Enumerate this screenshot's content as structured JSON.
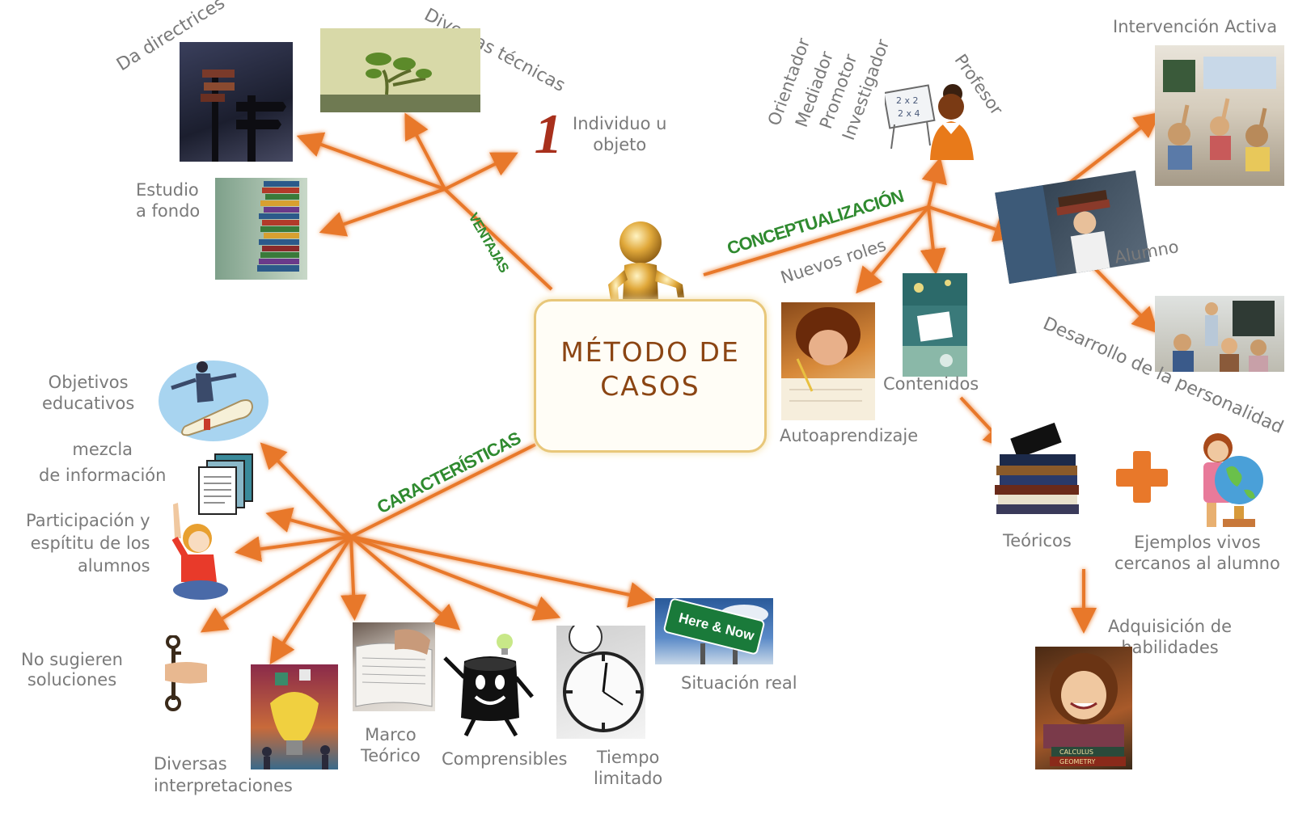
{
  "center": {
    "line1": "MÉTODO DE",
    "line2": "CASOS"
  },
  "branches": {
    "ventajas": "VENTAJAS",
    "conceptualizacion": "CONCEPTUALIZACIÓN",
    "caracteristicas": "CARACTERÍSTICAS"
  },
  "ventajas": {
    "da_directrices": "Da directrices",
    "diversas_tecnicas": "Diversas técnicas",
    "individuo": [
      "Individuo u",
      "objeto"
    ],
    "individuo_number": "1",
    "estudio": [
      "Estudio",
      "a fondo"
    ]
  },
  "conceptualizacion": {
    "profesor": "Profesor",
    "roles": [
      "Orientador",
      "Mediador",
      "Promotor",
      "Investigador"
    ],
    "board_text": [
      "2 x 2",
      "2 x 4"
    ],
    "nuevos_roles": "Nuevos roles",
    "alumno": "Alumno",
    "intervencion": "Intervención Activa",
    "desarrollo": "Desarrollo de la personalidad",
    "contenidos": "Contenidos",
    "autoaprendizaje": "Autoaprendizaje",
    "teoricos": "Teóricos",
    "ejemplos": [
      "Ejemplos vivos",
      "cercanos al alumno"
    ],
    "adquisicion": [
      "Adquisición de",
      "habilidades"
    ],
    "book_labels": [
      "CALCULUS",
      "GEOMETRY"
    ]
  },
  "caracteristicas": {
    "objetivos": [
      "Objetivos",
      "educativos"
    ],
    "mezcla": [
      "mezcla",
      "de información"
    ],
    "participacion": [
      "Participación y",
      "espítitu de los",
      "alumnos"
    ],
    "no_sugieren": [
      "No sugieren",
      "soluciones"
    ],
    "diversas_interp": [
      "Diversas",
      "interpretaciones"
    ],
    "marco": [
      "Marco",
      "Teórico"
    ],
    "comprensibles": "Comprensibles",
    "tiempo": [
      "Tiempo",
      "limitado"
    ],
    "situacion": "Situación real",
    "sign_text": "Here & Now"
  },
  "colors": {
    "arrow": "#e8782a",
    "glow": "#f6c08a",
    "branch_text": "#2f8a2f",
    "label_text": "#7a7a7a",
    "title_text": "#8b4513"
  }
}
